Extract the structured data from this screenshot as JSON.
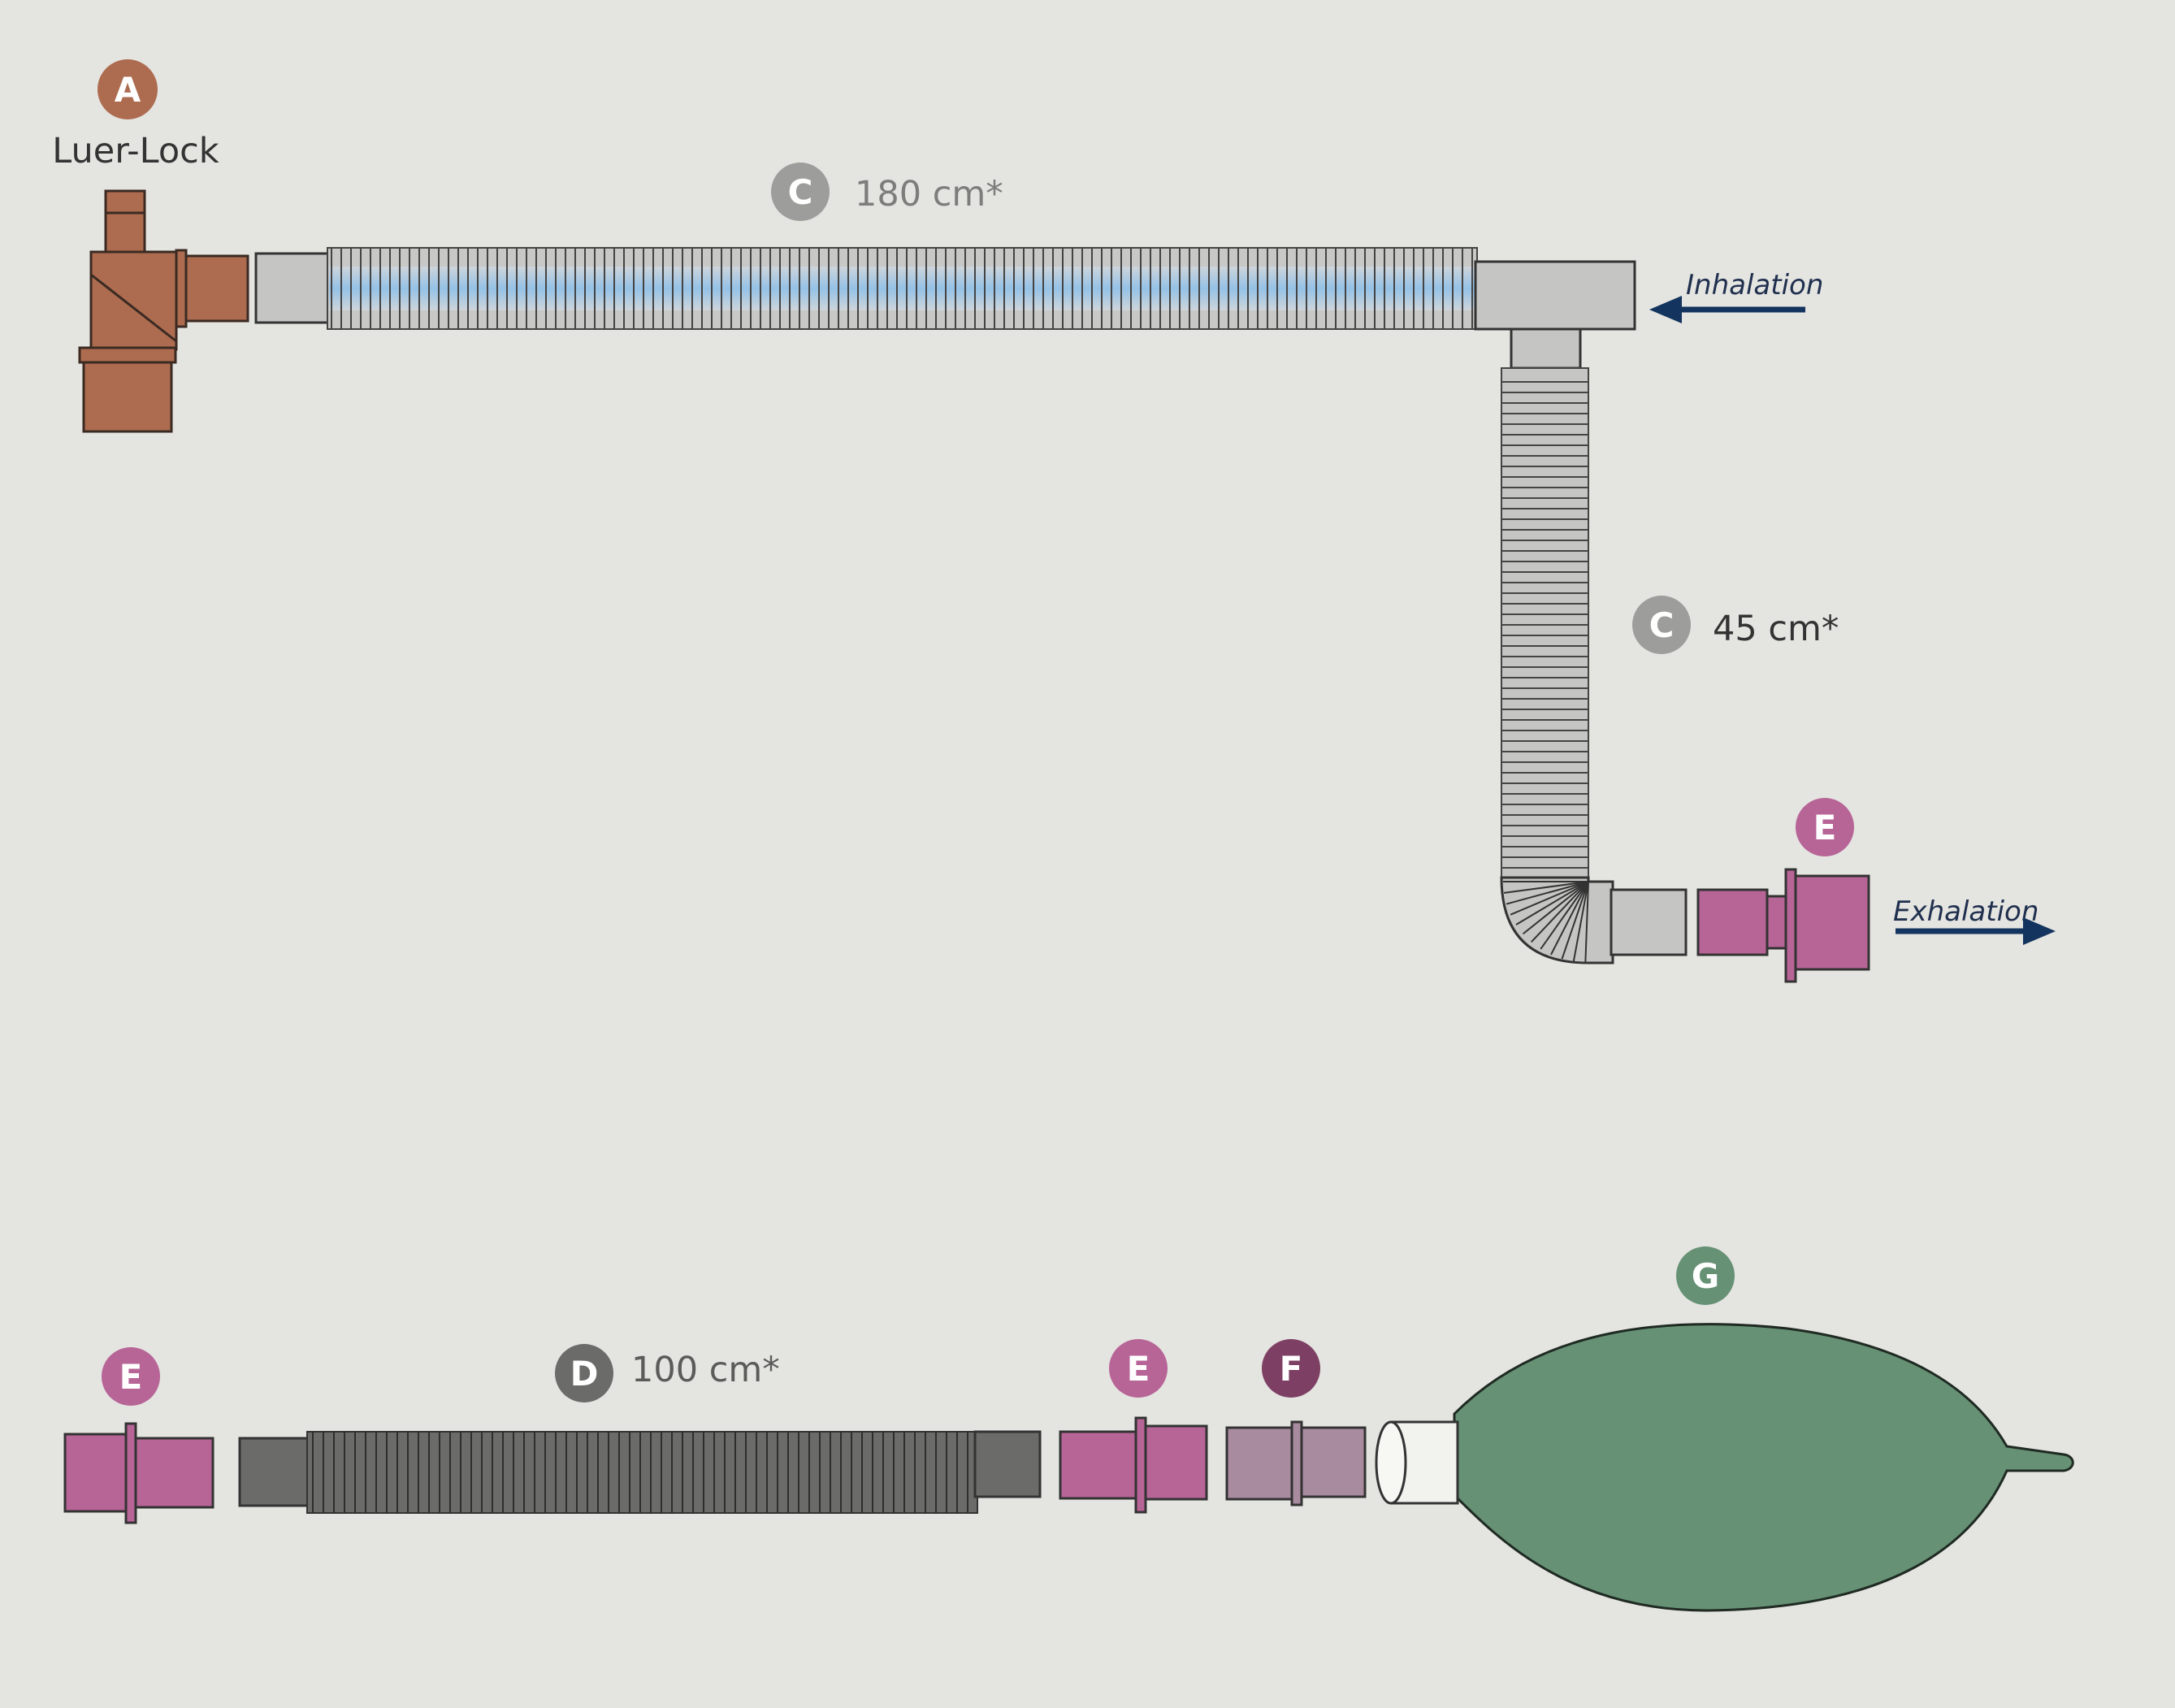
{
  "diagram": {
    "colors": {
      "background": "#e4e4e0",
      "part_a": "#ad6c50",
      "part_c_badge": "#9d9d9b",
      "part_c_tube": "#c5c5c3",
      "inner_blue": "#8fc1ea",
      "part_d": "#6b6b69",
      "part_e": "#b76497",
      "part_f": "#a98ba0",
      "part_g": "#669175",
      "arrow": "#13345e",
      "text": "#3b3b3b"
    },
    "badges": {
      "a": "A",
      "c1": "C",
      "c2": "C",
      "d": "D",
      "e1": "E",
      "e2": "E",
      "e3": "E",
      "f": "F",
      "g": "G"
    },
    "labels": {
      "luer_lock": "Luer-Lock",
      "c_long": "180 cm*",
      "c_short": "45 cm*",
      "d_len": "100 cm*",
      "inhalation": "Inhalation",
      "exhalation": "Exhalation"
    }
  }
}
